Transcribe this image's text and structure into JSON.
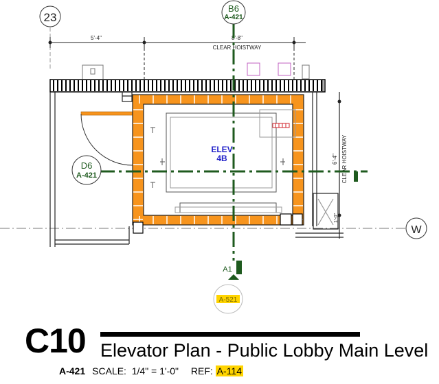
{
  "grid_bubbles": {
    "col_23": "23",
    "row_w": "W"
  },
  "section_marks": {
    "top": {
      "detail": "B6",
      "sheet": "A-421"
    },
    "left": {
      "detail": "D6",
      "sheet": "A-421"
    },
    "bottom": {
      "detail": "A1",
      "ref": "A-521"
    }
  },
  "dimensions": {
    "left_width": "5'-4\"",
    "hoistway_width": "8'-8\"",
    "hoistway_width_label": "CLEAR HOISTWAY",
    "hoistway_depth": "6'-4\"",
    "hoistway_depth_label": "CLEAR HOISTWAY",
    "small_dim": "1'-0\""
  },
  "elevator": {
    "line1": "ELEV",
    "line2": "4B"
  },
  "title_block": {
    "number": "C10",
    "title": "Elevator Plan - Public Lobby Main Level",
    "sheet": "A-421",
    "scale_label": "SCALE:",
    "scale_value": "1/4\" = 1'-0\"",
    "ref_label": "REF:",
    "ref_value": "A-114"
  },
  "colors": {
    "section_line": "#1e5a1e",
    "masonry": "#f7941d",
    "elevator_text": "#1f1fc8",
    "highlight": "#ffd400"
  }
}
